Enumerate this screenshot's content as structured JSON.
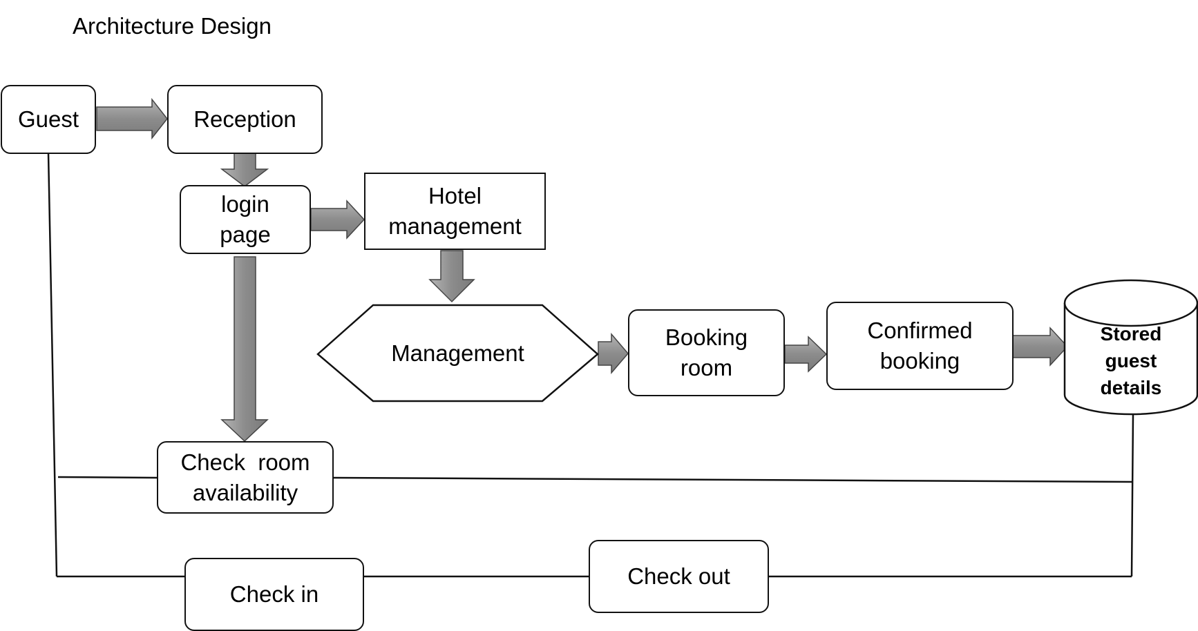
{
  "title": "Architecture Design",
  "nodes": {
    "guest": "Guest",
    "reception": "Reception",
    "login_page": "login\npage",
    "hotel_management": "Hotel\nmanagement",
    "management": "Management",
    "booking_room": "Booking\nroom",
    "confirmed_booking": "Confirmed\nbooking",
    "stored_guest_details": "Stored\nguest\ndetails",
    "check_room_availability": "Check  room\navailability",
    "check_in": "Check in",
    "check_out": "Check out"
  },
  "colors": {
    "arrow_fill": "#8c8c8c",
    "arrow_light": "#b5b5b5",
    "stroke": "#111111"
  }
}
